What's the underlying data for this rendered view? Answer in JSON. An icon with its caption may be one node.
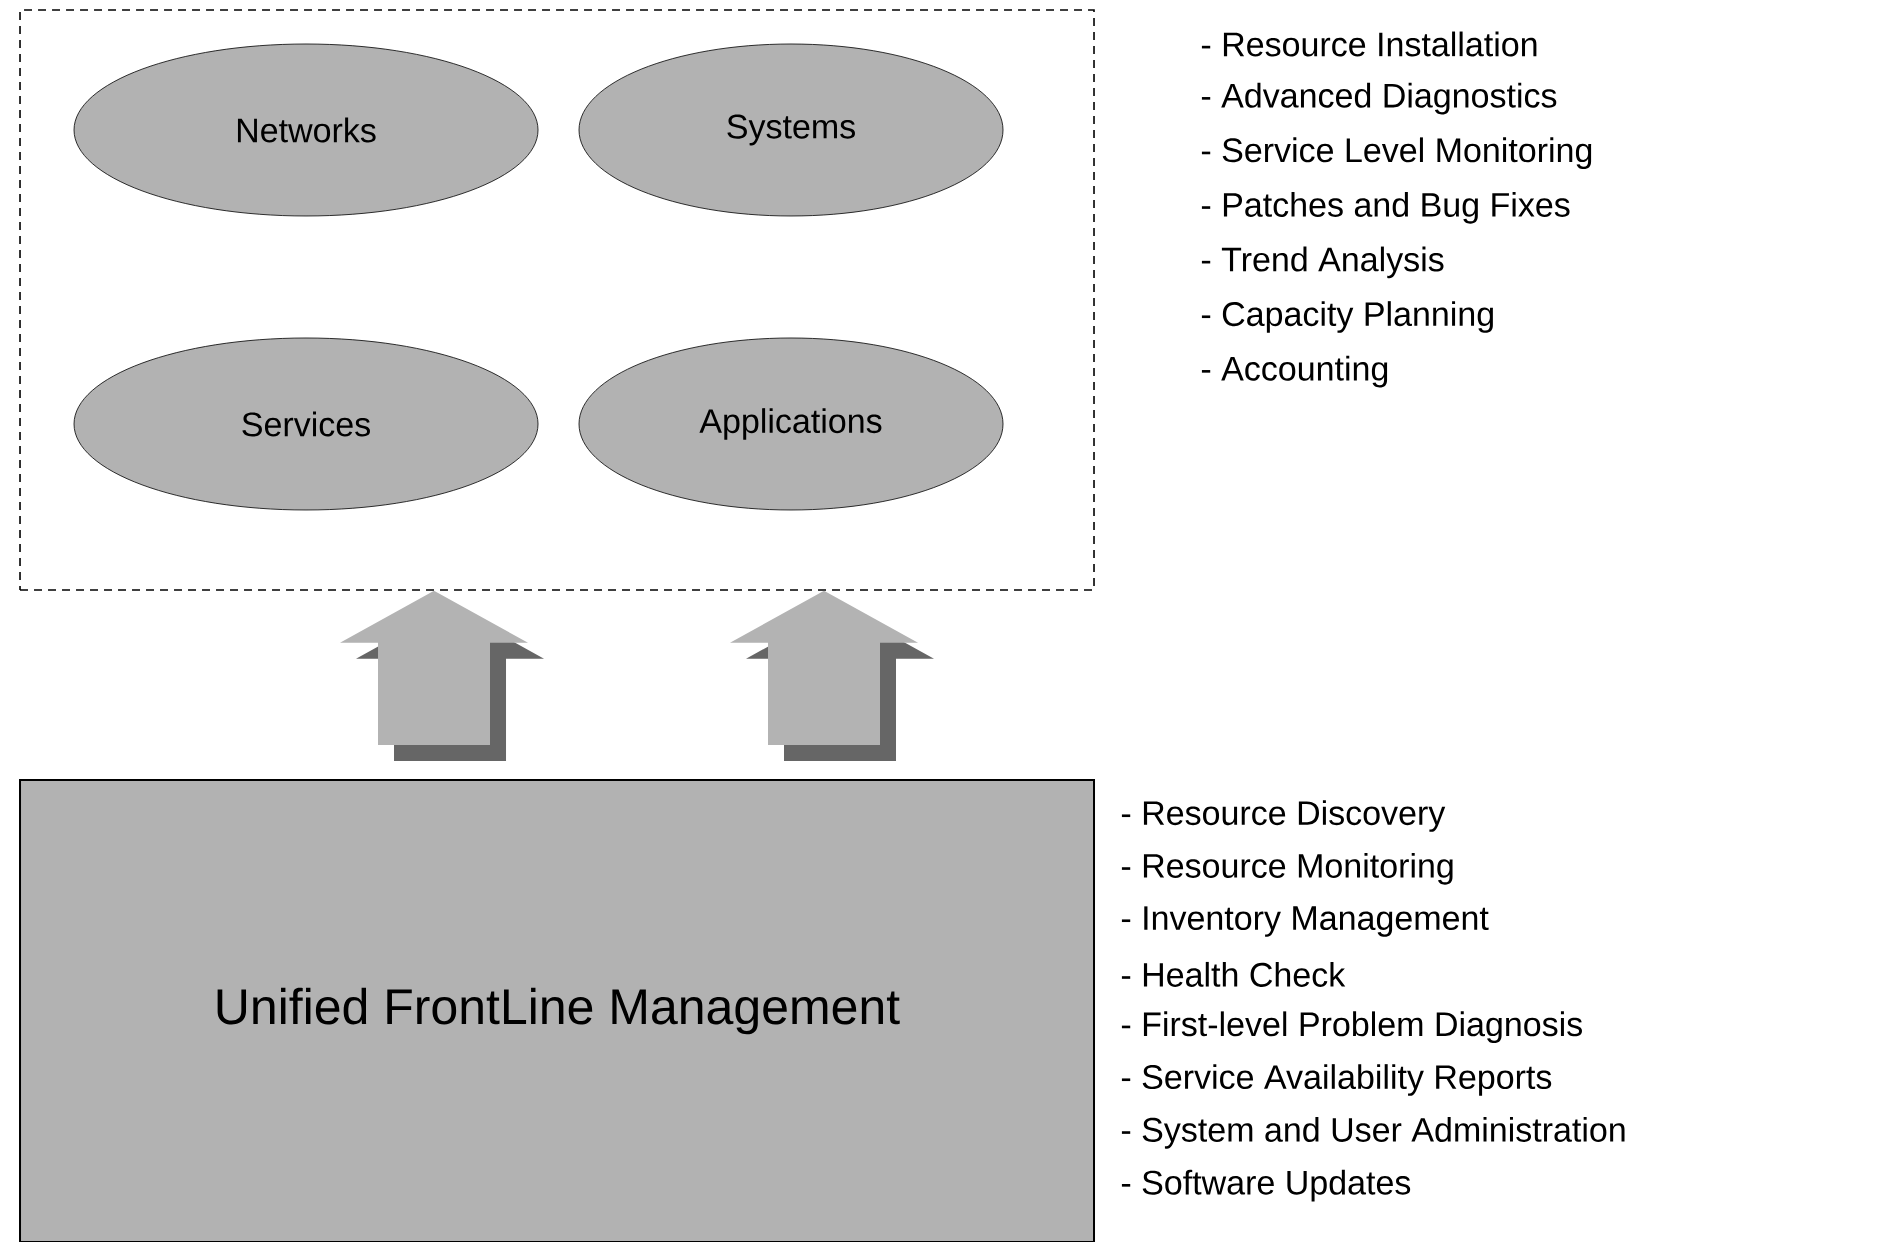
{
  "diagram": {
    "nodes": [
      {
        "text": [],
        "shape": "box",
        "beside": [
          "- Resource Installation",
          "- Advanced Diagnostics",
          "- Service Level Monitoring",
          "- Patches and Bug Fixes",
          "- Trend Analysis",
          "- Capacity Planning",
          "- Accounting"
        ]
      },
      {
        "text": [
          "Networks"
        ],
        "in": 0
      },
      {
        "text": [
          "Systems"
        ],
        "in": 0
      },
      {
        "text": [
          "Services"
        ],
        "in": 0
      },
      {
        "text": [
          "Applications"
        ],
        "in": 0
      },
      {
        "text": [
          "Unified FrontLine Management"
        ],
        "beside": [
          "- Resource Discovery",
          "- Resource Monitoring",
          "- Inventory Management",
          "- Health Check",
          "- First-level Problem Diagnosis",
          "- Service Availability Reports",
          "- System and User Administration",
          "- Software Updates"
        ]
      }
    ],
    "edges": [
      {
        "from": 5,
        "to": 0,
        "arrow": "to"
      },
      {
        "from": 5,
        "to": 0,
        "arrow": "to"
      }
    ]
  }
}
